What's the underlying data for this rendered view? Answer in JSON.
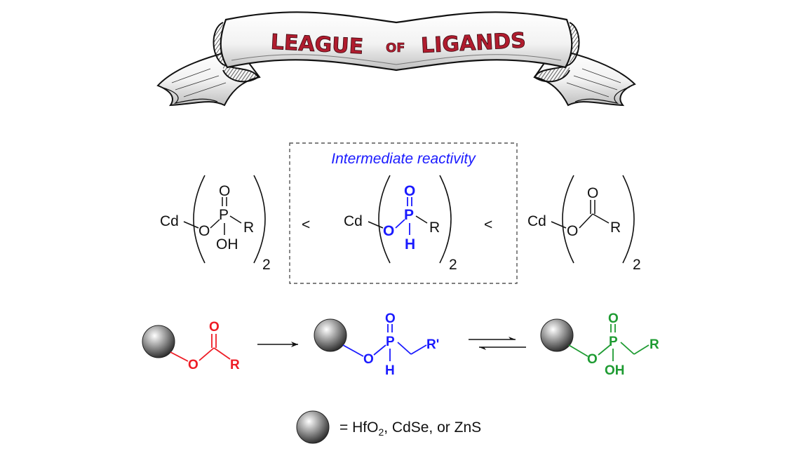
{
  "banner": {
    "word1": "LEAGUE",
    "word2": "OF",
    "word3": "LIGANDS"
  },
  "comparison": {
    "highlight_label": "Intermediate reactivity",
    "less_than": "<",
    "subscript": "2",
    "atoms": {
      "cd": "Cd",
      "o": "O",
      "p": "P",
      "r": "R",
      "oh": "OH",
      "h": "H"
    }
  },
  "scheme": {
    "atoms": {
      "o": "O",
      "r": "R",
      "r_prime": "R'",
      "p": "P",
      "h": "H",
      "oh": "OH"
    }
  },
  "legend": {
    "text_pre": "= HfO",
    "text_sub": "2",
    "text_post": ", CdSe, or ZnS"
  },
  "colors": {
    "banner_red": "#b01c2e",
    "blue": "#1a1aff",
    "red": "#ee1c25",
    "green": "#1e9b32",
    "black": "#111111"
  }
}
